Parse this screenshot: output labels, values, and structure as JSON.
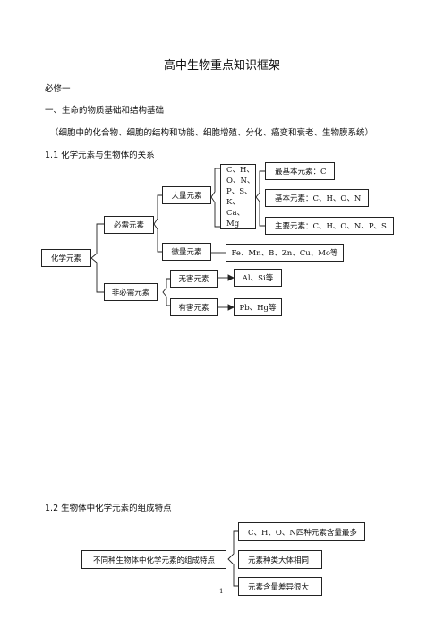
{
  "doc": {
    "title": "高中生物重点知识框架",
    "section": "必修一",
    "chapter": "一、生命的物质基础和结构基础",
    "scope": "（细胞中的化合物、细胞的结构和功能、细胞增殖、分化、癌变和衰老、生物膜系统）",
    "heading1": "1.1 化学元素与生物体的关系",
    "heading2": "1.2 生物体中化学元素的组成特点",
    "page_number": "1"
  },
  "diagram1": {
    "root": "化学元素",
    "essential": "必需元素",
    "nonessential": "非必需元素",
    "macro": "大量元素",
    "micro": "微量元素",
    "macro_list": [
      "C、H、",
      "O、N、",
      "P、S、",
      "K、Ca、",
      "Mg"
    ],
    "most_basic": "最基本元素：C",
    "basic": "基本元素：C、H、O、N",
    "main": "主要元素：C、H、O、N、P、S",
    "micro_list": "Fe、Mn、B、Zn、Cu、Mo等",
    "harmless": "无害元素",
    "harmless_list": "Al、Si等",
    "harmful": "有害元素",
    "harmful_list": "Pb、Hg等"
  },
  "diagram2": {
    "root": "不同种生物体中化学元素的组成特点",
    "items": [
      "C、H、O、N四种元素含量最多",
      "元素种类大体相同",
      "元素含量差异很大"
    ]
  }
}
